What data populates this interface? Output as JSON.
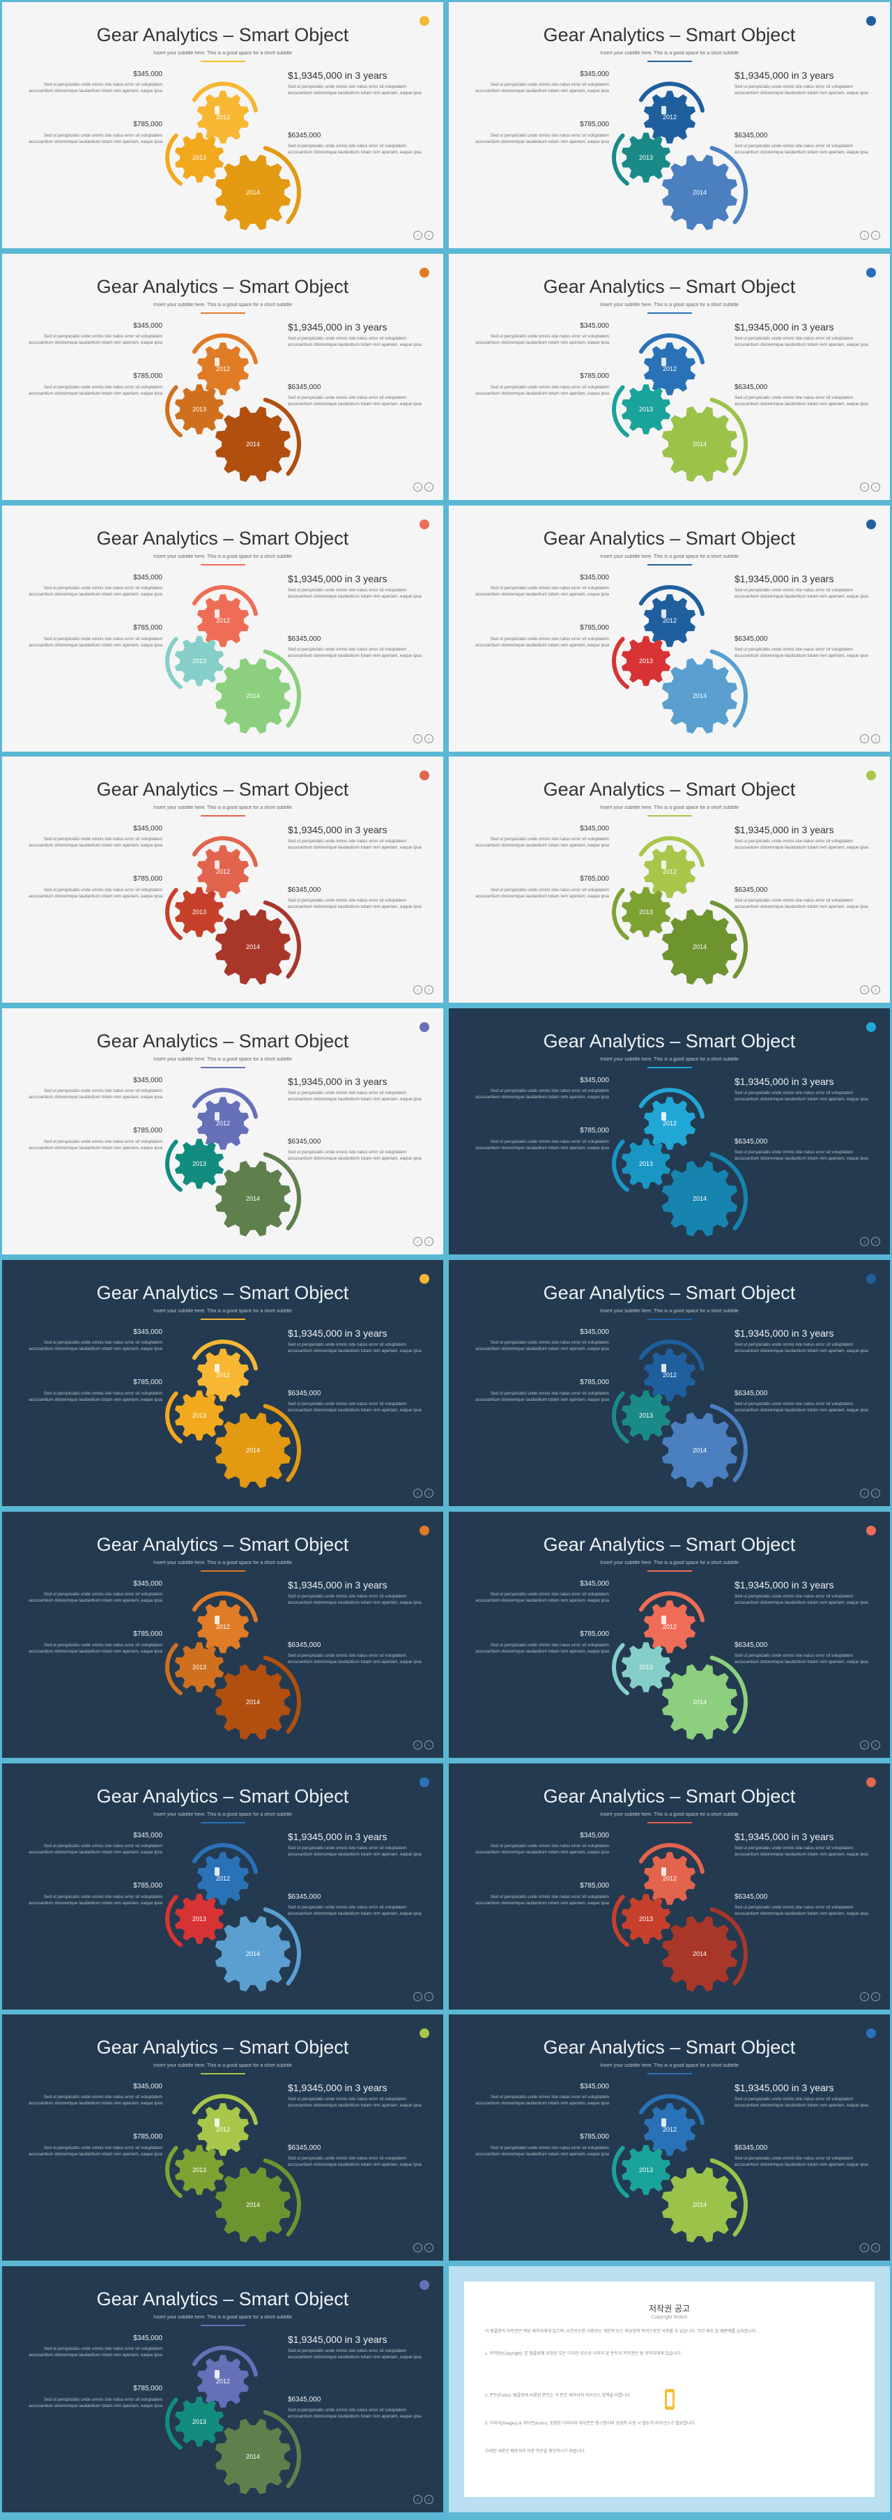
{
  "slide_text": {
    "title": "Gear Analytics – Smart Object",
    "subtitle": "Insert your subtitle here. This is a good space for a short subtitle",
    "left_value_1": "$345,000",
    "left_value_2": "$785,000",
    "left_paragraph": "Sed ut perspiciatis unde omnis iste natus error sit voluptatem accusantium doloremque laudantium totam rem aperiam, eaque ipsa",
    "right_heading": "$1,9345,000 in 3 years",
    "right_paragraph": "Sed ut perspiciatis unde omnis iste natus error sit voluptatem accusantium doloremque laudantium totam rem aperiam, eaque ipsa",
    "right_value": "$6345,000",
    "right_paragraph_2": "Sed ut perspiciatis unde omnis iste natus error sit voluptatem accusantium doloremque laudantium totam rem aperiam, eaque ipsa",
    "year_1": "2012",
    "year_2": "2013",
    "year_3": "2014"
  },
  "slides": [
    {
      "theme": "light",
      "colors": [
        "#f7b733",
        "#f2a91e",
        "#e39a12"
      ],
      "accent": "#f7b733"
    },
    {
      "theme": "light",
      "colors": [
        "#1f5f9e",
        "#1a8a88",
        "#4a7fc0"
      ],
      "accent": "#1f5f9e"
    },
    {
      "theme": "light",
      "colors": [
        "#e07b26",
        "#d0701f",
        "#b14f0f"
      ],
      "accent": "#e07b26"
    },
    {
      "theme": "light",
      "colors": [
        "#2a72b8",
        "#1aa39a",
        "#9bc34a"
      ],
      "accent": "#2a72b8"
    },
    {
      "theme": "light",
      "colors": [
        "#ef6d56",
        "#86cfc9",
        "#8ccf7e"
      ],
      "accent": "#ef6d56"
    },
    {
      "theme": "light",
      "colors": [
        "#1f5f9e",
        "#d83334",
        "#5a9fd0"
      ],
      "accent": "#1f5f9e"
    },
    {
      "theme": "light",
      "colors": [
        "#e2644d",
        "#c6402b",
        "#a8372a"
      ],
      "accent": "#e2644d"
    },
    {
      "theme": "light",
      "colors": [
        "#a8c64a",
        "#7fa333",
        "#6e9430"
      ],
      "accent": "#a8c64a"
    },
    {
      "theme": "light",
      "colors": [
        "#6670b8",
        "#138c80",
        "#5f7f4d"
      ],
      "accent": "#6670b8"
    },
    {
      "theme": "dark",
      "colors": [
        "#21a7d6",
        "#1a96c5",
        "#1784b0"
      ],
      "accent": "#21a7d6"
    },
    {
      "theme": "dark",
      "colors": [
        "#f7b733",
        "#f2a91e",
        "#e39a12"
      ],
      "accent": "#f7b733"
    },
    {
      "theme": "dark",
      "colors": [
        "#1f5f9e",
        "#1a8a88",
        "#4a7fc0"
      ],
      "accent": "#1f5f9e"
    },
    {
      "theme": "dark",
      "colors": [
        "#e07b26",
        "#d0701f",
        "#b14f0f"
      ],
      "accent": "#e07b26"
    },
    {
      "theme": "dark",
      "colors": [
        "#ef6d56",
        "#86cfc9",
        "#8ccf7e"
      ],
      "accent": "#ef6d56"
    },
    {
      "theme": "dark",
      "colors": [
        "#2a72b8",
        "#d83334",
        "#5a9fd0"
      ],
      "accent": "#2a72b8"
    },
    {
      "theme": "dark",
      "colors": [
        "#e2644d",
        "#c6402b",
        "#a8372a"
      ],
      "accent": "#e2644d"
    },
    {
      "theme": "dark",
      "colors": [
        "#a8c64a",
        "#7fa333",
        "#6e9430"
      ],
      "accent": "#a8c64a"
    },
    {
      "theme": "dark",
      "colors": [
        "#2a72b8",
        "#1aa39a",
        "#9bc34a"
      ],
      "accent": "#2a72b8"
    },
    {
      "theme": "dark",
      "colors": [
        "#6670b8",
        "#138c80",
        "#5f7f4d"
      ],
      "accent": "#6670b8"
    }
  ],
  "copyright": {
    "title": "저작권 공고",
    "subtitle": "Copyright Notice",
    "paragraph_1": "이 템플릿의 저작권은 해당 제작자에게 있으며, 다운로드한 사용자는 개인적 또는 비상업적 목적으로만 사용할 수 있습니다. 무단 배포 및 재판매를 금지합니다.",
    "paragraph_2": "1. 저작권(Copyright): 본 템플릿에 포함된 모든 디자인 요소와 이미지 및 폰트의 저작권은 원 저작자에게 있습니다.",
    "paragraph_3": "2. 폰트(Fonts): 템플릿에 사용된 폰트는 각 폰트 제작사의 라이선스 정책을 따릅니다.",
    "paragraph_4": "3. 이미지(Images) & 아이콘(Icons): 포함된 이미지와 아이콘은 참고용이며 상업적 사용 시 별도의 라이선스가 필요합니다.",
    "paragraph_5": "자세한 내용은 배포처의 이용 약관을 확인하시기 바랍니다."
  }
}
